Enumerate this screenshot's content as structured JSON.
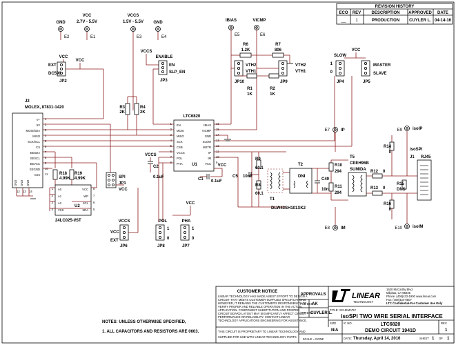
{
  "revision_history": {
    "title": "REVISION HISTORY",
    "headers": [
      "ECO",
      "REV",
      "DESCRIPTION",
      "APPROVED",
      "DATE"
    ],
    "row": [
      "__",
      "1",
      "PRODUCTION",
      "CUYLER L.",
      "04-14-16"
    ]
  },
  "power_nets": {
    "gnd": "GND",
    "vcc": "VCC",
    "vccs": "VCCS",
    "vcc_range": "2.7V - 5.5V",
    "vccs_range": "1.5V - 5.5V",
    "e1": "E1",
    "e2": "E2",
    "e3": "E3",
    "e4": "E4"
  },
  "jumpers": {
    "jp2": {
      "ref": "JP2",
      "label": "DC590",
      "ext": "EXT"
    },
    "jp3": {
      "ref": "JP3",
      "label": "ENABLE",
      "en": "EN",
      "slp": "SLP_EN"
    },
    "jp4": {
      "ref": "JP4",
      "label": "SLOW"
    },
    "jp5": {
      "ref": "JP5",
      "master": "MASTER",
      "slave": "SLAVE"
    },
    "jp6": {
      "ref": "JP6",
      "ext": "EXT",
      "vccs": "VCCS"
    },
    "jp7": {
      "ref": "JP7",
      "label": "PHA"
    },
    "jp8": {
      "ref": "JP8",
      "label": "POL"
    },
    "jp9": {
      "ref": "JP9",
      "vth2": "VTH2",
      "vth1": "VTH1"
    },
    "jp10": {
      "ref": "JP10",
      "vth2": "VTH2",
      "vth1": "VTH1"
    },
    "jp1": {
      "ref": "JP1",
      "label": "SPI"
    },
    "one": "1",
    "zero": "0"
  },
  "connector_j2": {
    "ref": "J2",
    "part": "MOLEX, 87831-1420",
    "pins": [
      "V+",
      "5V",
      "MOSI/SDA",
      "MISO",
      "SCK/SCL",
      "CS",
      "EESDA",
      "EESCL",
      "EEVCC",
      "EEGND",
      "AUX"
    ],
    "pin_numbers": [
      "1",
      "2",
      "3",
      "4",
      "5",
      "6",
      "7",
      "8",
      "9",
      "10",
      "11",
      "12",
      "13",
      "14"
    ],
    "gnd_pins": [
      "GND",
      "GND",
      "GND"
    ]
  },
  "ic_u1": {
    "part": "LTC6820",
    "ref": "U1",
    "left_pins": [
      "EN",
      "MOSI",
      "MISO",
      "SCK",
      "CSB",
      "VCCS",
      "POL",
      "PHA"
    ],
    "left_numbers": [
      "1",
      "2",
      "3",
      "4",
      "5",
      "6",
      "7",
      "8"
    ],
    "right_pins": [
      "IBIAS",
      "VICMP",
      "GND",
      "SLOW",
      "MSTR",
      "IP",
      "IM",
      "VCC"
    ],
    "right_numbers": [
      "16",
      "15",
      "14",
      "13",
      "12",
      "11",
      "10",
      "9"
    ]
  },
  "ic_u2": {
    "part": "24LC025-I/ST",
    "ref": "U2",
    "left_pins": [
      "A0",
      "A1",
      "A2",
      "VSS"
    ],
    "left_numbers": [
      "1",
      "2",
      "3",
      "4"
    ],
    "right_pins": [
      "VCC",
      "WP",
      "SCL",
      "SDA"
    ],
    "right_numbers": [
      "8",
      "7",
      "6",
      "5"
    ]
  },
  "passives": {
    "r1": [
      "R1",
      "1K"
    ],
    "r2": [
      "R2",
      "1K"
    ],
    "r3": [
      "R3",
      "2K"
    ],
    "r4": [
      "R4",
      "2K"
    ],
    "r6": [
      "R6",
      "1.2K"
    ],
    "r7": [
      "R7",
      "806"
    ],
    "r8": [
      "R8",
      "60.1"
    ],
    "r9": [
      "R9",
      "60.1"
    ],
    "r10": [
      "R10",
      "294"
    ],
    "r11": [
      "R11",
      "294"
    ],
    "r12": [
      "R12",
      "0"
    ],
    "r13": [
      "R13",
      "0"
    ],
    "r14": [
      "R14",
      "0"
    ],
    "r15": [
      "R15",
      "DNS"
    ],
    "r16": [
      "R16",
      "0"
    ],
    "r18": [
      "R18",
      "4.99K"
    ],
    "r19": [
      "R19",
      "4.99K"
    ],
    "c1": [
      "C1",
      "0.1uF"
    ],
    "c2": [
      "C2",
      "0.1uF"
    ],
    "c5": [
      "C5",
      "10nF"
    ],
    "c49": [
      "C49",
      "10nF"
    ]
  },
  "iso_section": {
    "ibias": "IBIAS",
    "e5": "E5",
    "vicmp": "VICMP",
    "e6": "E6",
    "ip": "IP",
    "e7": "E7",
    "im": "IM",
    "e8": "E8",
    "isoip": "isoIP",
    "e9": "E9",
    "isoim": "isoIM",
    "e10": "E10",
    "t1_ref": "T1",
    "t1_part": "DLW43SH101XK2",
    "t2_ref": "T2",
    "t2_dni": "DNI",
    "t5_ref": "T5",
    "t5_part": "CEEH96B",
    "t5_mfr": "SUMIDA",
    "j1_ref": "J1",
    "j1_part": "RJ45",
    "j1_title": "isoSPI"
  },
  "notes": {
    "header": "NOTES: UNLESS OTHERWISE SPECIFIED,",
    "note1": "1.  ALL CAPACITORS AND RESISTORS ARE 0603."
  },
  "title_block": {
    "customer_notice_title": "CUSTOMER NOTICE",
    "customer_notice_lines": [
      "LINEAR TECHNOLOGY HAS MADE A BEST EFFORT TO DESIGN A",
      "CIRCUIT THAT MEETS CUSTOMER-SUPPLIED SPECIFICATIONS;",
      "HOWEVER, IT REMAINS THE CUSTOMER'S RESPONSIBILITY TO",
      "VERIFY PROPER AND RELIABLE OPERATION IN THE ACTUAL",
      "APPLICATION. COMPONENT SUBSTITUTION AND PRINTED",
      "CIRCUIT BOARD LAYOUT MAY SIGNIFICANTLY AFFECT CIRCUIT",
      "PERFORMANCE OR RELIABILITY. CONTACT LINEAR",
      "TECHNOLOGY APPLICATIONS ENGINEERING FOR ASSISTANCE."
    ],
    "circuit_notice_lines": [
      "THIS CIRCUIT IS PROPRIETARY TO LINEAR TECHNOLOGY AND",
      "SUPPLIED FOR USE WITH LINEAR TECHNOLOGY PARTS."
    ],
    "approvals": "APPROVALS",
    "pcb_des_label": "PCB DES.",
    "pcb_des": "AK",
    "app_eng_label": "APP ENG.",
    "app_eng": "CUYLER L.",
    "scale": "SCALE = NONE",
    "logo": "LINEAR",
    "logo_sub": "TECHNOLOGY",
    "address_lines": [
      "1630 McCarthy Blvd.",
      "Milpitas, CA 95035",
      "Phone: (408)432-1900  www.linear.com",
      "Fax: (408)434-0507",
      "LTC Confidential-For Customer Use Only"
    ],
    "title_label": "TITLE:",
    "title_type": "SCHEMATIC",
    "title_main": "isoSPI TWO WIRE SERIAL INTERFACE",
    "size_label": "SIZE",
    "size": "N/A",
    "ic_no_label": "IC NO.",
    "ic_no": "LTC6820",
    "demo": "DEMO CIRCUIT 1941D",
    "rev_label": "REV.",
    "rev": "1",
    "date_label": "DATE:",
    "date": "Thursday, April 14, 2016",
    "sheet_label": "SHEET",
    "sheet": "1",
    "of_label": "OF",
    "of": "1"
  },
  "colors": {
    "wire": "#8b1a1a",
    "outline": "#000000",
    "background": "#ffffff"
  }
}
